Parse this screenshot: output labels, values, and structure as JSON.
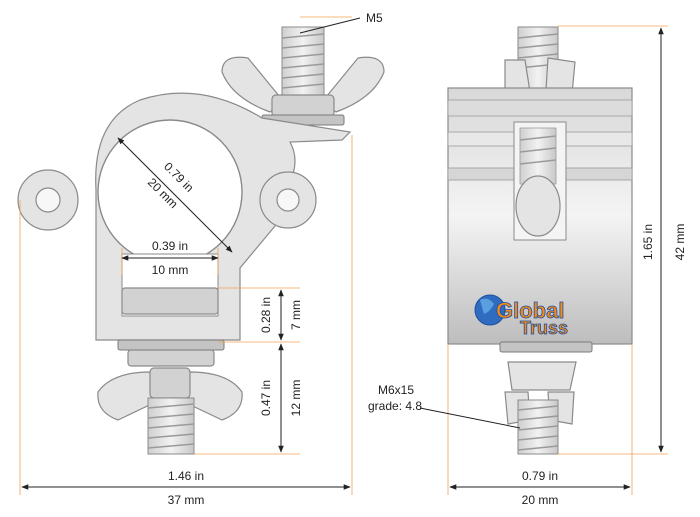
{
  "labels": {
    "m5": "M5",
    "ring_in": "0.79 in",
    "ring_mm": "20 mm",
    "gap_in": "0.39 in",
    "gap_mm": "10 mm",
    "lower_in": "0.28 in",
    "lower_mm": "7 mm",
    "bolt_in": "0.47 in",
    "bolt_mm": "12 mm",
    "width_in": "1.46 in",
    "width_mm": "37 mm",
    "height_in": "1.65 in",
    "height_mm": "42 mm",
    "side_in": "0.79 in",
    "side_mm": "20 mm",
    "bolt_spec_1": "M6x15",
    "bolt_spec_2": "grade: 4.8",
    "logo_1": "Global",
    "logo_2": "Truss"
  },
  "colors": {
    "dimension_line": "#222222",
    "extension_line": "#f0a050",
    "metal_light": "#e4e4e4",
    "metal_shadow": "#c4c4c4",
    "logo_orange": "#f08a1c",
    "logo_blue": "#1f4fa0"
  }
}
